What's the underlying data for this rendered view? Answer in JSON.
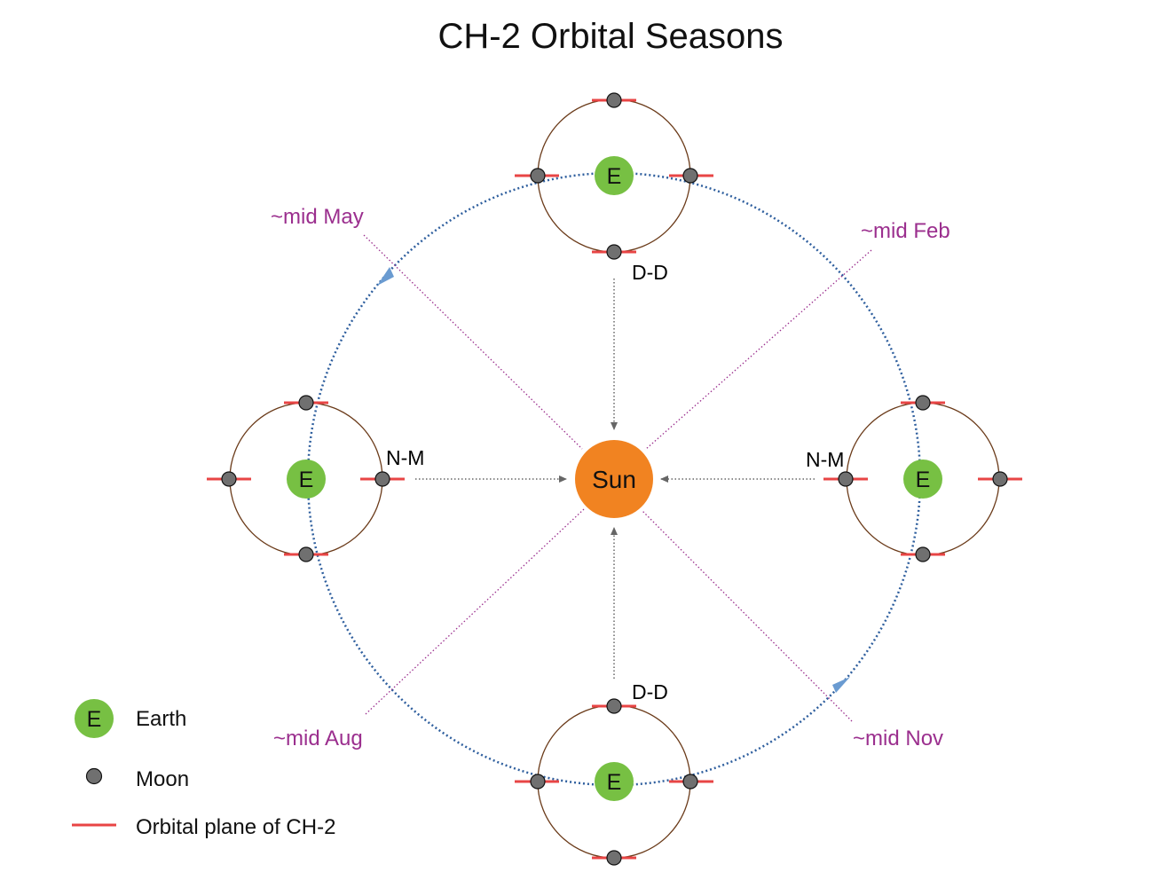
{
  "title": "CH-2 Orbital Seasons",
  "sun_label": "Sun",
  "earth_label": "E",
  "phase_labels": {
    "top": "D-D",
    "bottom": "D-D",
    "left": "N-M",
    "right": "N-M"
  },
  "seasons": {
    "upper_left": "~mid May",
    "upper_right": "~mid Feb",
    "lower_left": "~mid Aug",
    "lower_right": "~mid Nov"
  },
  "legend": {
    "earth_symbol": "E",
    "earth": "Earth",
    "moon": "Moon",
    "plane": "Orbital plane of CH-2"
  },
  "colors": {
    "earth": "#77c043",
    "sun": "#f18321",
    "moon": "#707070",
    "plane": "#e84545",
    "earth_orbit": "#2f5f9e",
    "moon_orbit": "#6b3b1a",
    "season_line": "#9b2f8e",
    "arrow": "#6a9bd1"
  }
}
